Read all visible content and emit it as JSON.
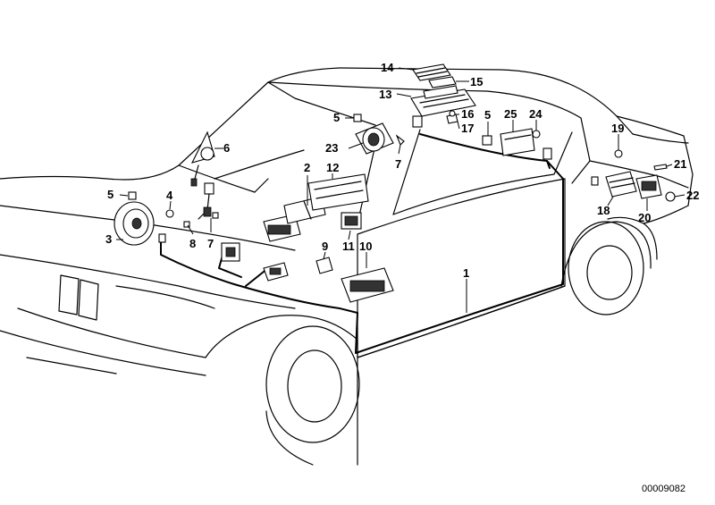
{
  "diagram": {
    "labels": [
      {
        "id": "1",
        "text": "1"
      },
      {
        "id": "2",
        "text": "2"
      },
      {
        "id": "3",
        "text": "3"
      },
      {
        "id": "4",
        "text": "4"
      },
      {
        "id": "5a",
        "text": "5"
      },
      {
        "id": "5b",
        "text": "5"
      },
      {
        "id": "5c",
        "text": "5"
      },
      {
        "id": "6",
        "text": "6"
      },
      {
        "id": "7a",
        "text": "7"
      },
      {
        "id": "7b",
        "text": "7"
      },
      {
        "id": "8",
        "text": "8"
      },
      {
        "id": "9",
        "text": "9"
      },
      {
        "id": "10",
        "text": "10"
      },
      {
        "id": "11",
        "text": "11"
      },
      {
        "id": "12",
        "text": "12"
      },
      {
        "id": "13",
        "text": "13"
      },
      {
        "id": "14",
        "text": "14"
      },
      {
        "id": "15",
        "text": "15"
      },
      {
        "id": "16",
        "text": "16"
      },
      {
        "id": "17",
        "text": "17"
      },
      {
        "id": "18",
        "text": "18"
      },
      {
        "id": "19",
        "text": "19"
      },
      {
        "id": "20",
        "text": "20"
      },
      {
        "id": "21",
        "text": "21"
      },
      {
        "id": "22",
        "text": "22"
      },
      {
        "id": "23",
        "text": "23"
      },
      {
        "id": "24",
        "text": "24"
      },
      {
        "id": "25",
        "text": "25"
      }
    ],
    "figure_number": "00009082"
  }
}
